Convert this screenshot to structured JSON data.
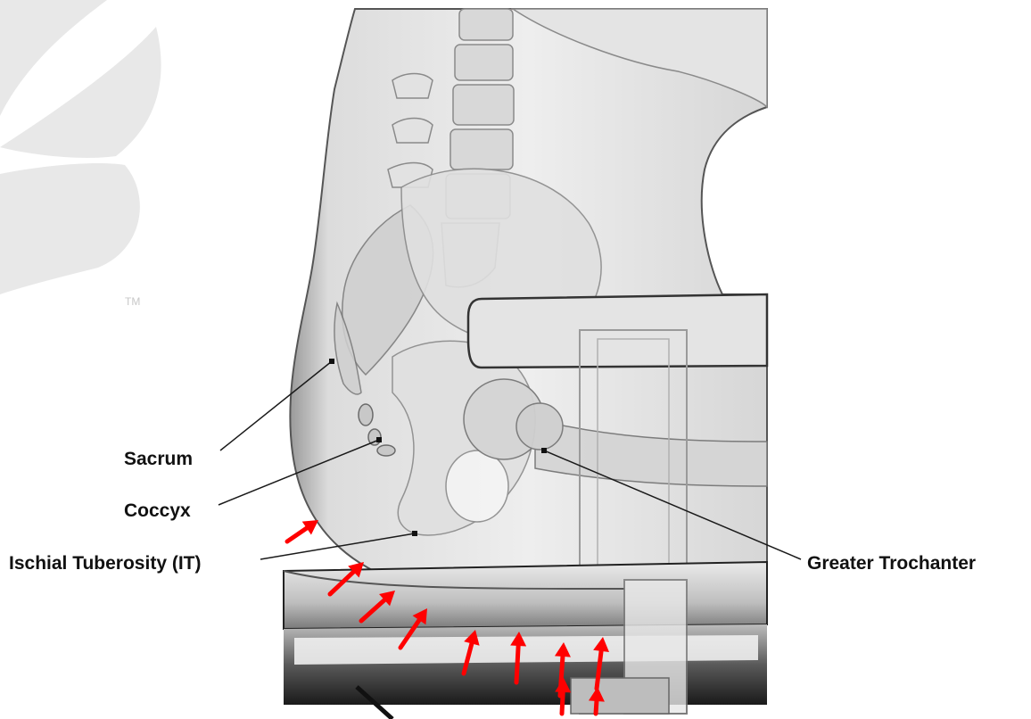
{
  "labels": {
    "sacrum": "Sacrum",
    "coccyx": "Coccyx",
    "ischial": "Ischial Tuberosity (IT)",
    "trochanter": "Greater Trochanter"
  },
  "trademark": "TM",
  "colors": {
    "arrow": "#ff0000",
    "label": "#111111",
    "leader": "#1a1a1a",
    "logo": "#e6e6e6"
  },
  "pressure_arrow_count": 10
}
